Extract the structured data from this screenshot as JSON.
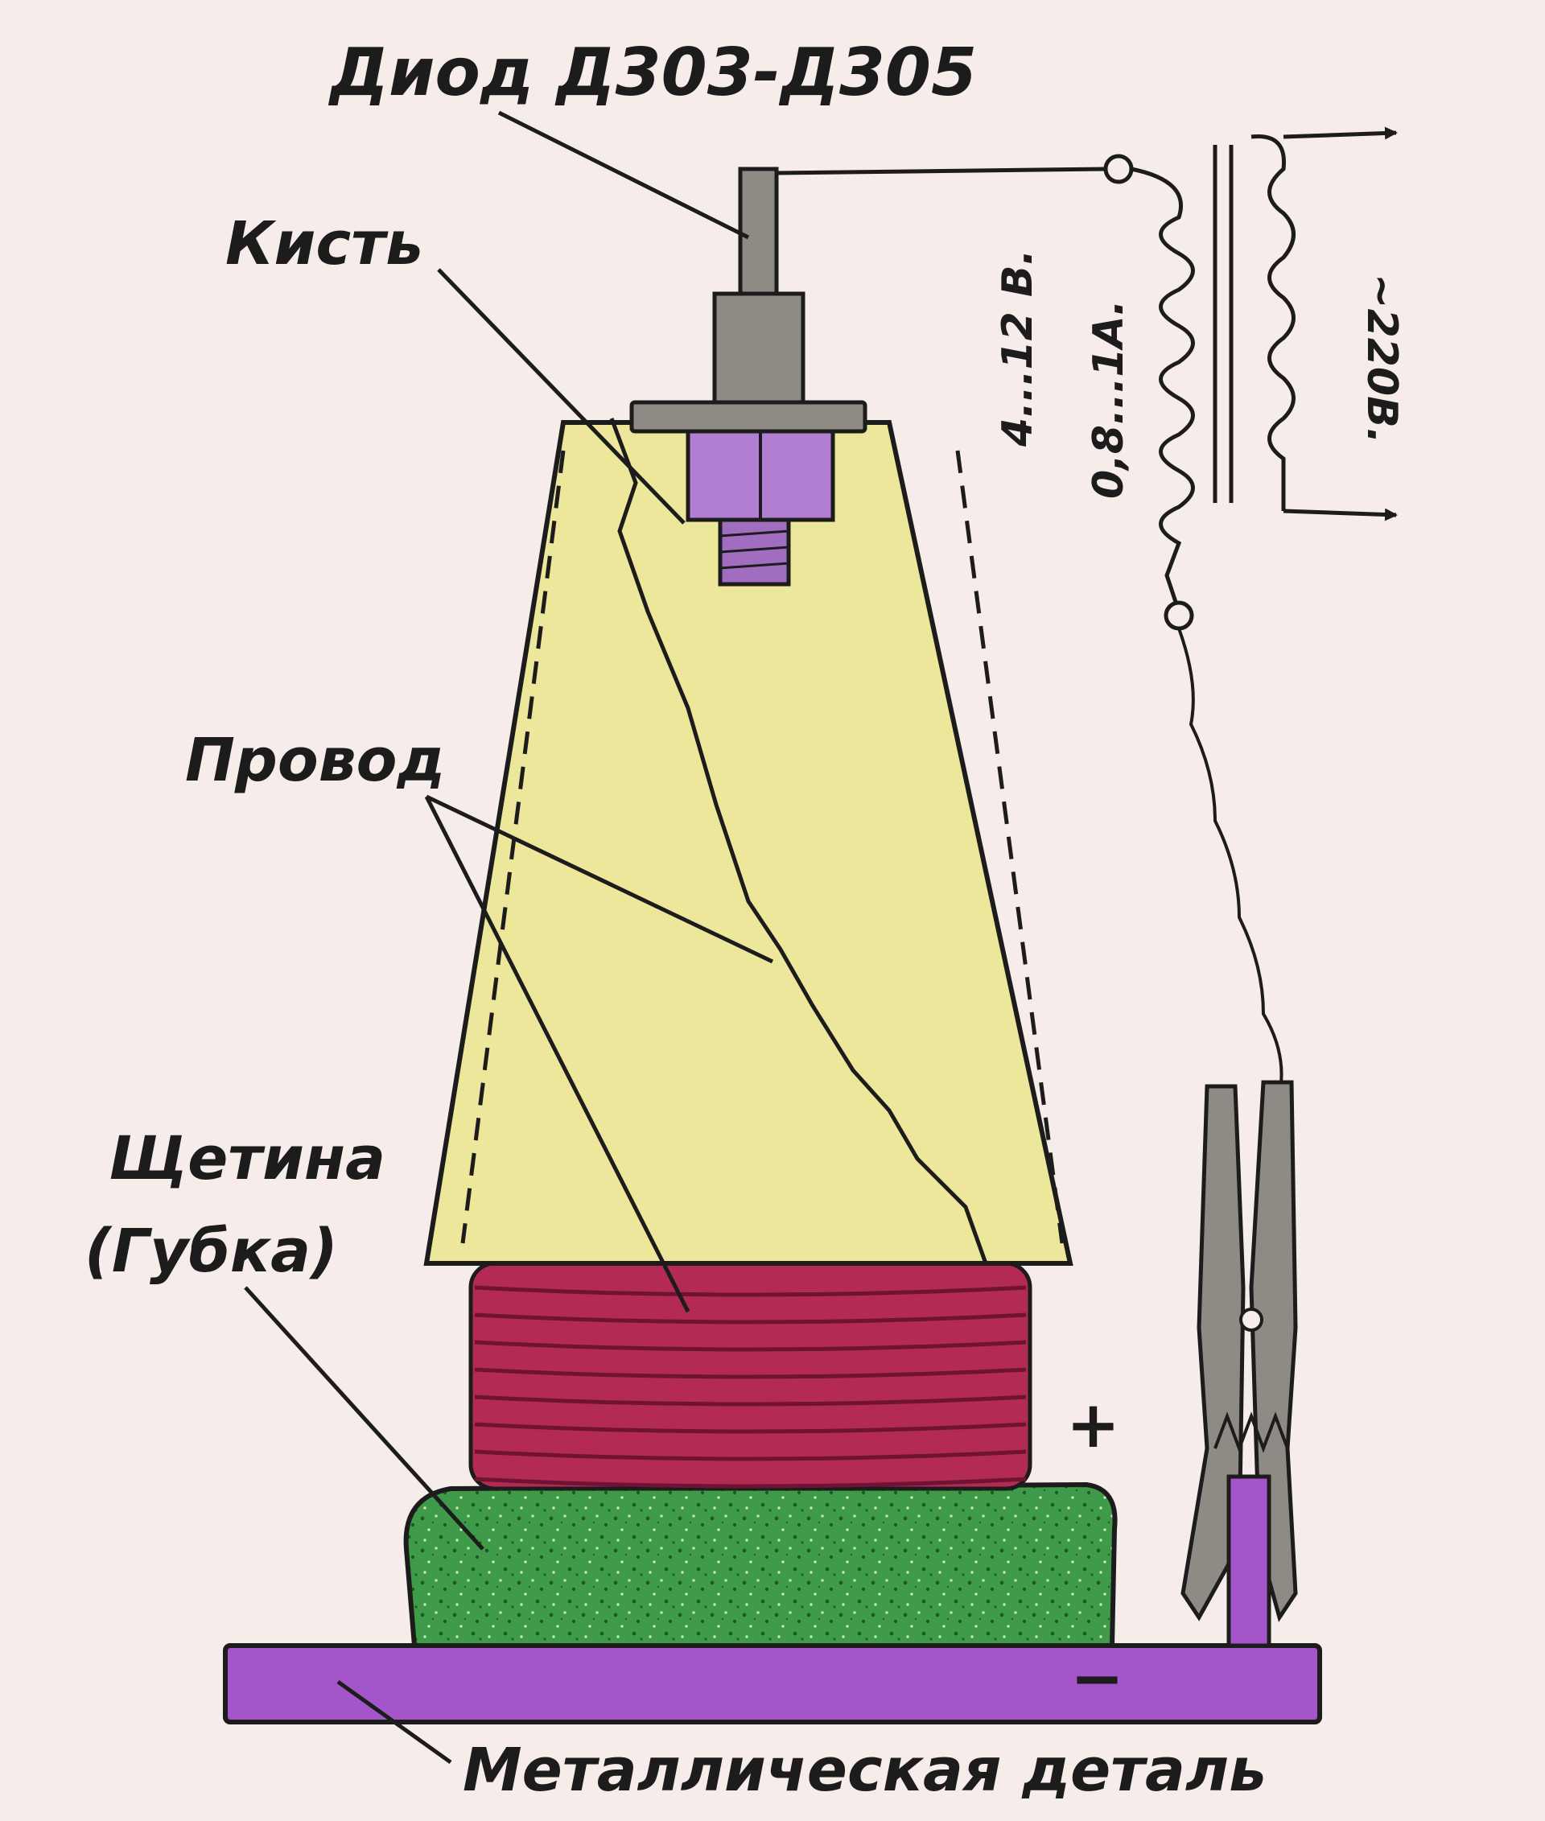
{
  "labels": {
    "diode": "Диод Д303-Д305",
    "brush": "Кисть",
    "wire": "Провод",
    "bristle_line1": "Щетина",
    "bristle_line2": "(Губка)",
    "metal_part": "Металлическая деталь",
    "voltage_secondary": "4...12 В.",
    "current_secondary": "0,8...1А.",
    "voltage_primary": "~220В.",
    "plus": "+",
    "minus": "−"
  },
  "colors": {
    "background": "#f6ece9",
    "cone": "#ece79a",
    "coil": "#b32a55",
    "sponge": "#3f9a4a",
    "plate": "#a455c9",
    "nut": "#b27ed2",
    "metal": "#8f8a84",
    "ink": "#1c1c1c"
  }
}
